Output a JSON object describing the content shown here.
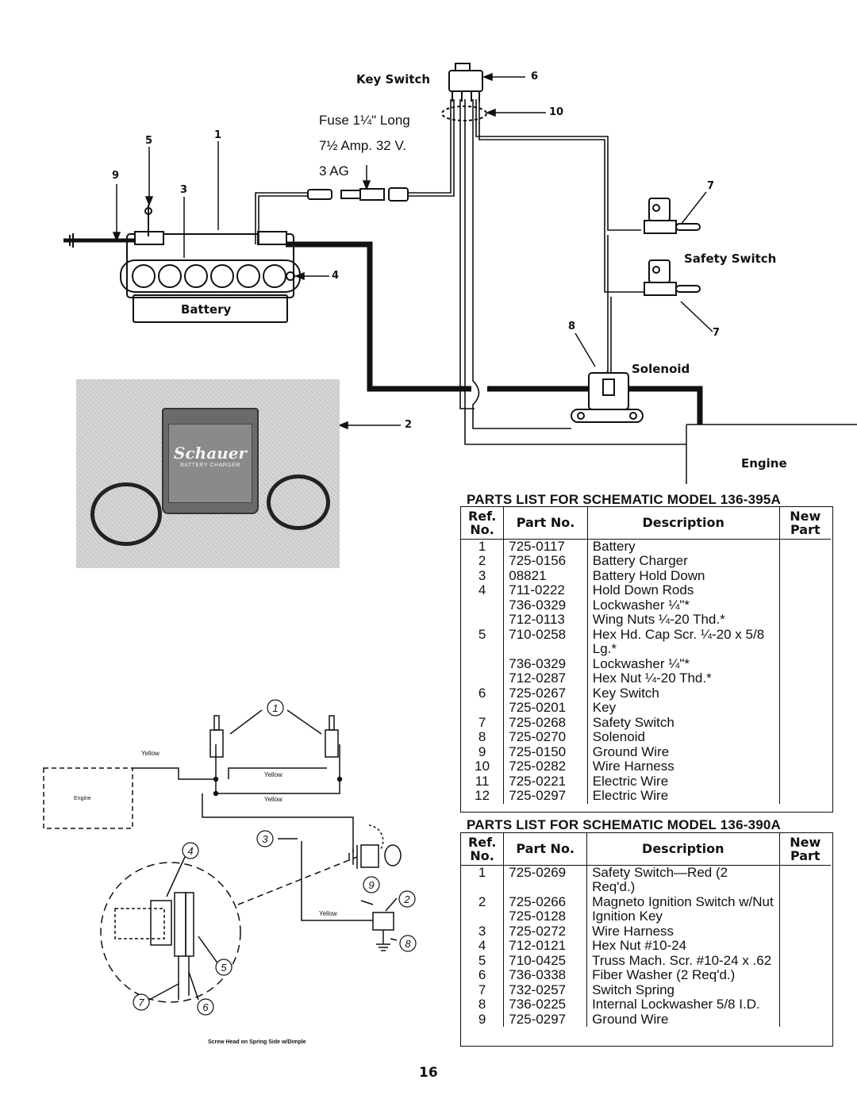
{
  "diagram": {
    "key_switch_label": "Key Switch",
    "fuse_line1": "Fuse 1¼\" Long",
    "fuse_line2": "7½ Amp. 32 V.",
    "fuse_line3": "3 AG",
    "battery_label": "Battery",
    "safety_switch_label": "Safety Switch",
    "solenoid_label": "Solenoid",
    "engine_label": "Engine",
    "callouts": {
      "n1": "1",
      "n2": "2",
      "n3": "3",
      "n4": "4",
      "n5": "5",
      "n6": "6",
      "n7a": "7",
      "n7b": "7",
      "n8": "8",
      "n9": "9",
      "n10": "10"
    }
  },
  "photo": {
    "brand": "Schauer",
    "subtitle": "BATTERY CHARGER"
  },
  "lower_diagram": {
    "engine_label": "Engine",
    "yellow_1": "Yellow",
    "yellow_2": "Yellow",
    "yellow_3": "Yellow",
    "yellow_4": "Yellow",
    "footnote": "Screw Head on Spring Side w/Dimple",
    "circles": [
      "1",
      "2",
      "3",
      "4",
      "5",
      "6",
      "7",
      "8",
      "9"
    ]
  },
  "table1": {
    "title": "PARTS LIST FOR SCHEMATIC MODEL 136-395A",
    "headers": {
      "ref": "Ref. No.",
      "part": "Part No.",
      "desc": "Description",
      "new": "New Part"
    },
    "rows": [
      {
        "ref": "1",
        "part": "725-0117",
        "desc": "Battery"
      },
      {
        "ref": "2",
        "part": "725-0156",
        "desc": "Battery Charger"
      },
      {
        "ref": "3",
        "part": "08821",
        "desc": "Battery Hold Down"
      },
      {
        "ref": "4",
        "part": "711-0222",
        "desc": "Hold Down Rods"
      },
      {
        "ref": "",
        "part": "736-0329",
        "desc": "Lockwasher ¼\"*"
      },
      {
        "ref": "",
        "part": "712-0113",
        "desc": "Wing Nuts ¼-20 Thd.*"
      },
      {
        "ref": "5",
        "part": "710-0258",
        "desc": "Hex Hd. Cap Scr. ¼-20 x 5/8 Lg.*"
      },
      {
        "ref": "",
        "part": "736-0329",
        "desc": "Lockwasher ¼\"*"
      },
      {
        "ref": "",
        "part": "712-0287",
        "desc": "Hex Nut ¼-20 Thd.*"
      },
      {
        "ref": "6",
        "part": "725-0267",
        "desc": "Key Switch"
      },
      {
        "ref": "",
        "part": "725-0201",
        "desc": "Key"
      },
      {
        "ref": "7",
        "part": "725-0268",
        "desc": "Safety Switch"
      },
      {
        "ref": "8",
        "part": "725-0270",
        "desc": "Solenoid"
      },
      {
        "ref": "9",
        "part": "725-0150",
        "desc": "Ground Wire"
      },
      {
        "ref": "10",
        "part": "725-0282",
        "desc": "Wire Harness"
      },
      {
        "ref": "11",
        "part": "725-0221",
        "desc": "Electric Wire"
      },
      {
        "ref": "12",
        "part": "725-0297",
        "desc": "Electric Wire"
      }
    ]
  },
  "table2": {
    "title": "PARTS LIST FOR SCHEMATIC MODEL 136-390A",
    "headers": {
      "ref": "Ref. No.",
      "part": "Part No.",
      "desc": "Description",
      "new": "New Part"
    },
    "rows": [
      {
        "ref": "1",
        "part": "725-0269",
        "desc": "Safety Switch—Red (2 Req'd.)"
      },
      {
        "ref": "2",
        "part": "725-0266",
        "desc": "Magneto Ignition Switch w/Nut"
      },
      {
        "ref": "",
        "part": "725-0128",
        "desc": "Ignition Key"
      },
      {
        "ref": "3",
        "part": "725-0272",
        "desc": "Wire Harness"
      },
      {
        "ref": "4",
        "part": "712-0121",
        "desc": "Hex Nut #10-24"
      },
      {
        "ref": "5",
        "part": "710-0425",
        "desc": "Truss Mach. Scr. #10-24 x .62"
      },
      {
        "ref": "6",
        "part": "736-0338",
        "desc": "Fiber Washer (2 Req'd.)"
      },
      {
        "ref": "7",
        "part": "732-0257",
        "desc": "Switch Spring"
      },
      {
        "ref": "8",
        "part": "736-0225",
        "desc": "Internal Lockwasher 5/8 I.D."
      },
      {
        "ref": "9",
        "part": "725-0297",
        "desc": "Ground Wire"
      }
    ]
  },
  "page_number": "16"
}
